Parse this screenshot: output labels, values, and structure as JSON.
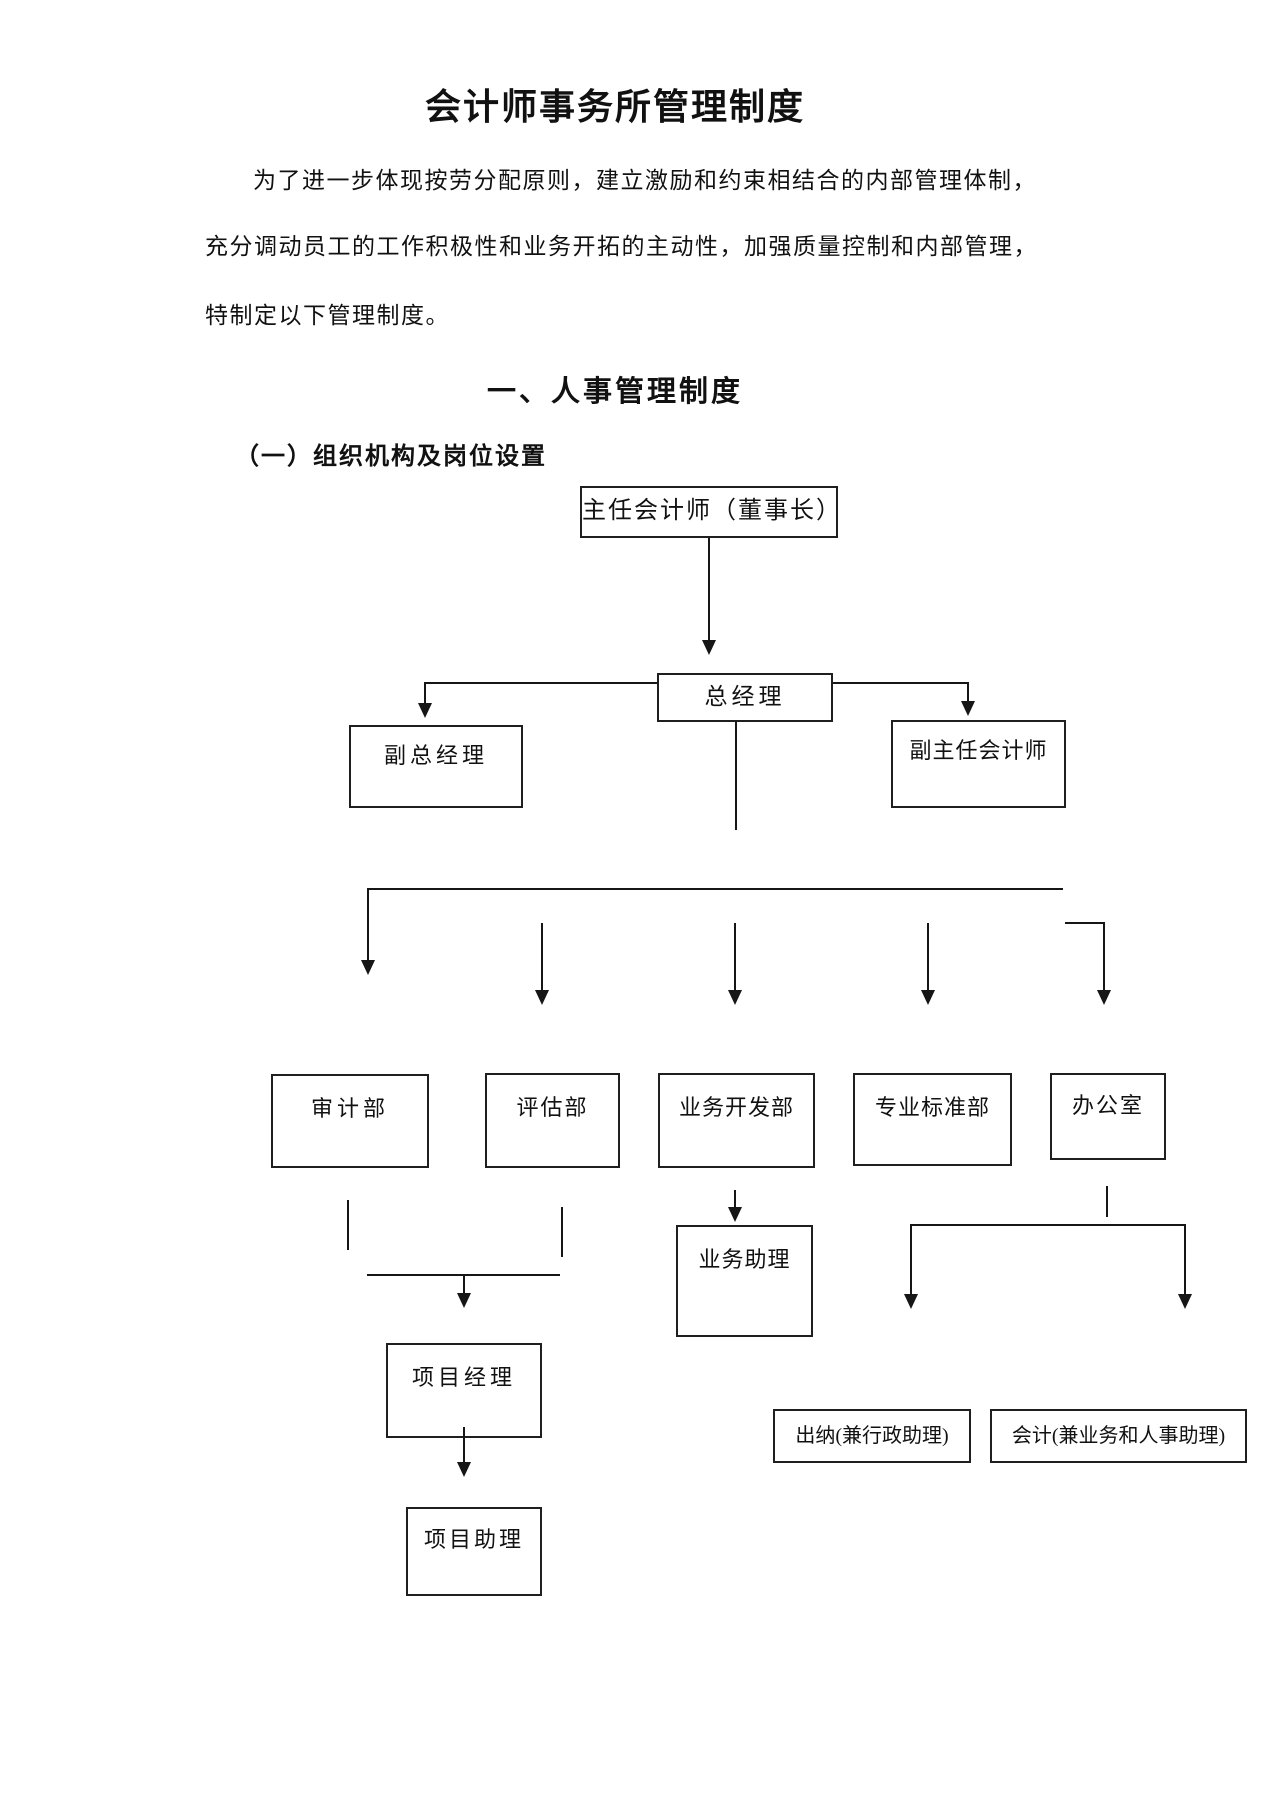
{
  "document": {
    "title": "会计师事务所管理制度",
    "paragraph": {
      "line1": "为了进一步体现按劳分配原则，建立激励和约束相结合的内部管理体制，",
      "line2": "充分调动员工的工作积极性和业务开拓的主动性，加强质量控制和内部管理，",
      "line3": "特制定以下管理制度。"
    },
    "section_heading": "一、人事管理制度",
    "subsection_heading": "（一）组织机构及岗位设置"
  },
  "org_chart": {
    "nodes": {
      "chief_accountant": "主任会计师（董事长）",
      "general_manager": "总经理",
      "deputy_general_manager": "副总经理",
      "deputy_chief_accountant": "副主任会计师",
      "audit_dept": "审计部",
      "appraisal_dept": "评估部",
      "business_dev_dept": "业务开发部",
      "professional_standards_dept": "专业标准部",
      "office": "办公室",
      "business_assistant": "业务助理",
      "project_manager": "项目经理",
      "project_assistant": "项目助理",
      "cashier": "出纳(兼行政助理)",
      "accountant": "会计(兼业务和人事助理)"
    }
  }
}
